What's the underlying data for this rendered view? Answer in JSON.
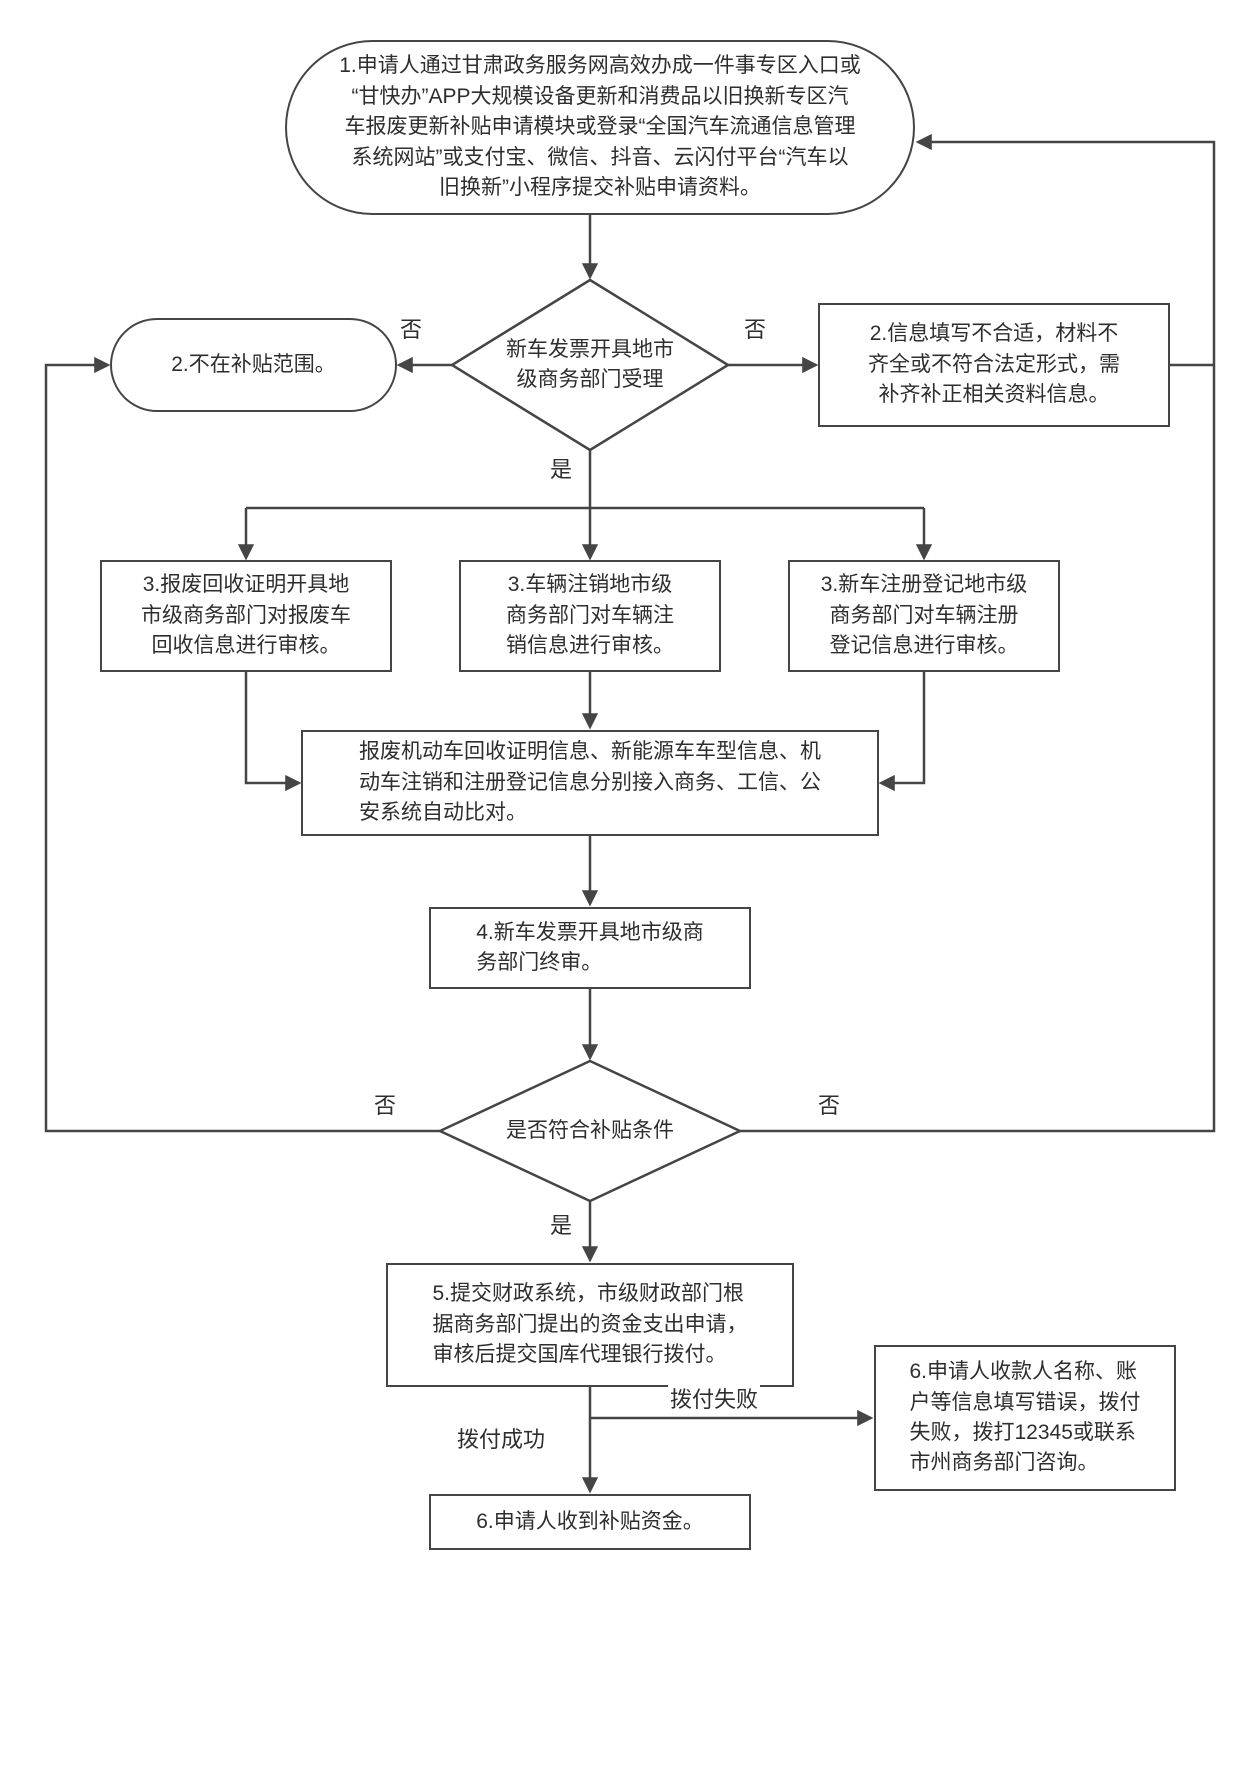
{
  "diagram": {
    "type": "flowchart",
    "background": "#ffffff",
    "line_color": "#454545",
    "nodes": {
      "start": {
        "shape": "rounded",
        "text": "1.申请人通过甘肃政务服务网高效办成一件事专区入口或\n“甘快办”APP大规模设备更新和消费品以旧换新专区汽\n车报废更新补贴申请模块或登录“全国汽车流通信息管理\n系统网站”或支付宝、微信、抖音、云闪付平台“汽车以\n旧换新”小程序提交补贴申请资料。"
      },
      "decision1": {
        "shape": "diamond",
        "text": "新车发票开具地市\n级商务部门受理"
      },
      "out_of_scope": {
        "shape": "rounded",
        "text": "2.不在补贴范围。"
      },
      "fix_info": {
        "shape": "rect",
        "text": "2.信息填写不合适，材料不\n齐全或不符合法定形式，需\n补齐补正相关资料信息。"
      },
      "review_scrap": {
        "shape": "rect",
        "text": "3.报废回收证明开具地\n市级商务部门对报废车\n回收信息进行审核。"
      },
      "review_deregister": {
        "shape": "rect",
        "text": "3.车辆注销地市级\n商务部门对车辆注\n销信息进行审核。"
      },
      "review_register": {
        "shape": "rect",
        "text": "3.新车注册登记地市级\n商务部门对车辆注册\n登记信息进行审核。"
      },
      "auto_compare": {
        "shape": "rect",
        "text": "报废机动车回收证明信息、新能源车车型信息、机\n动车注销和注册登记信息分别接入商务、工信、公\n安系统自动比对。"
      },
      "final_review": {
        "shape": "rect",
        "text": "4.新车发票开具地市级商\n务部门终审。"
      },
      "decision2": {
        "shape": "diamond",
        "text": "是否符合补贴条件"
      },
      "submit_finance": {
        "shape": "rect",
        "text": "5.提交财政系统，市级财政部门根\n据商务部门提出的资金支出申请，\n审核后提交国库代理银行拨付。"
      },
      "payment_failed": {
        "shape": "rect",
        "text": "6.申请人收款人名称、账\n户等信息填写错误，拨付\n失败，拨打12345或联系\n市州商务部门咨询。"
      },
      "receive_subsidy": {
        "shape": "rect",
        "text": "6.申请人收到补贴资金。"
      }
    },
    "edge_labels": {
      "d1_no_left": "否",
      "d1_no_right": "否",
      "d1_yes": "是",
      "d2_no_left": "否",
      "d2_no_right": "否",
      "d2_yes": "是",
      "pay_fail": "拨付失败",
      "pay_success": "拨付成功"
    }
  }
}
